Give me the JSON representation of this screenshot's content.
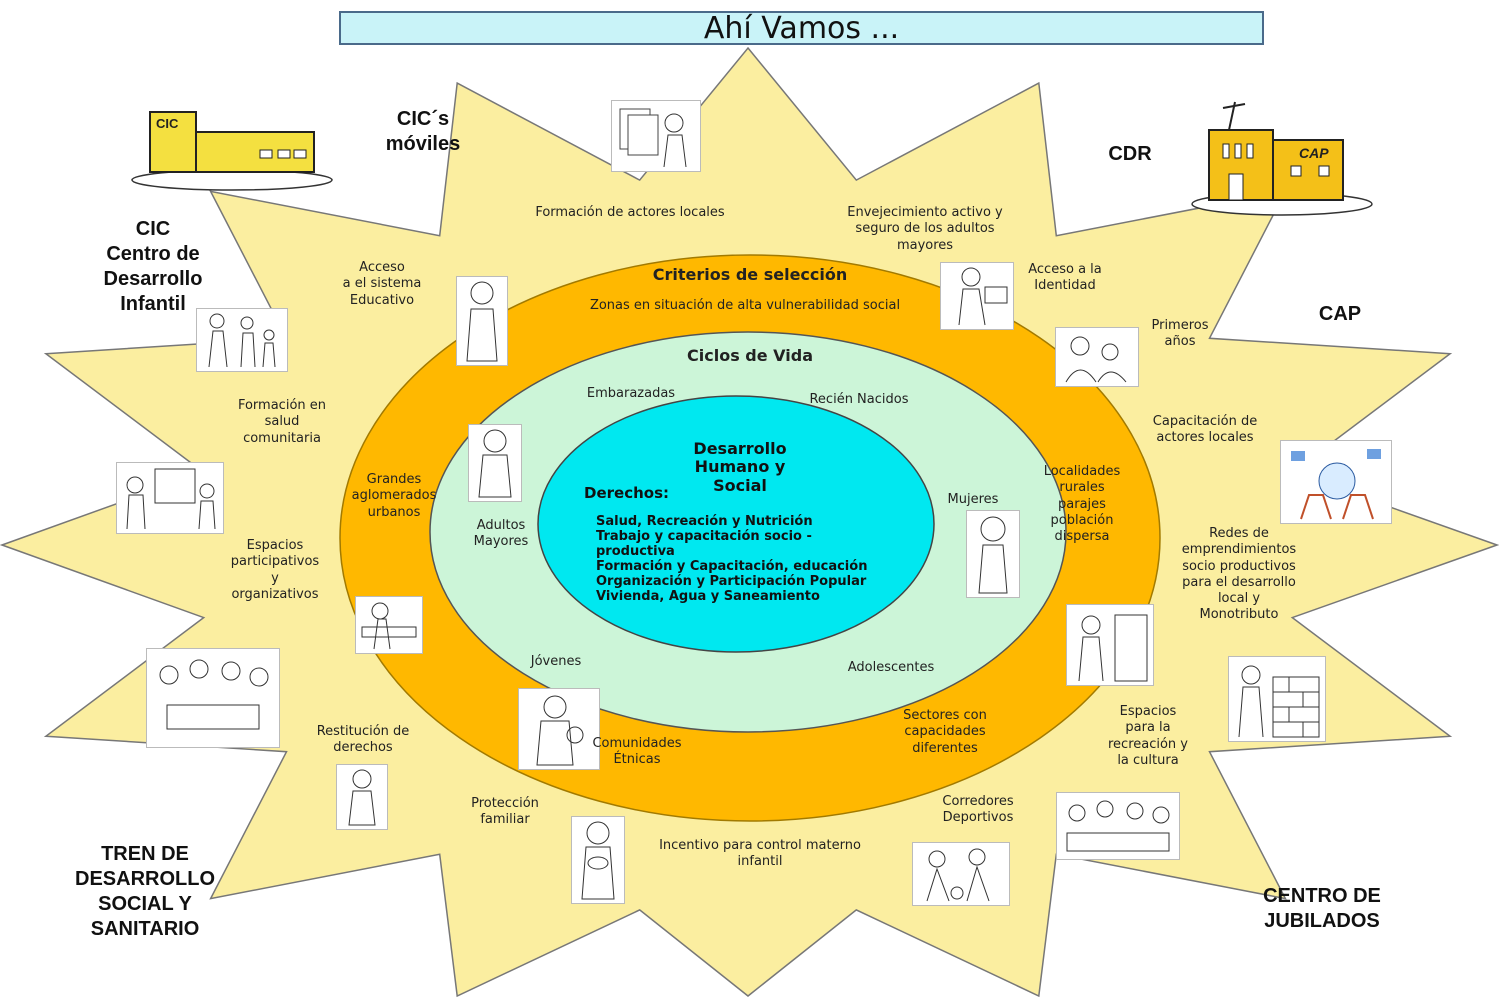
{
  "title": "Ahí Vamos ...",
  "colors": {
    "star": "#fbeea0",
    "outer_ring": "#ffb800",
    "middle_ring": "#ccf5d8",
    "core": "#00e8f0",
    "title_bg": "#c9f3f8"
  },
  "corners": {
    "cic_moviles": "CIC´s\nmóviles",
    "cdr": "CDR",
    "cic_centro": "CIC\nCentro de\nDesarrollo\nInfantil",
    "cap": "CAP",
    "tren": "TREN DE\nDESARROLLO\nSOCIAL Y\nSANITARIO",
    "jubilados": "CENTRO DE\nJUBILADOS"
  },
  "star_labels": {
    "formacion_actores": "Formación de actores locales",
    "envejecimiento": "Envejecimiento activo y\nseguro de los adultos\nmayores",
    "acceso_educativo": "Acceso\na el sistema\nEducativo",
    "acceso_identidad": "Acceso a la\nIdentidad",
    "primeros_anos": "Primeros\naños",
    "formacion_salud": "Formación en\nsalud\ncomunitaria",
    "capacitacion_actores": "Capacitación de\nactores locales",
    "espacios_participativos": "Espacios\nparticipativos\ny\norganizativos",
    "redes": "Redes de\nemprendimientos\nsocio productivos\npara el desarrollo\nlocal  y\nMonotributo",
    "restitucion": "Restitución de\nderechos",
    "espacios_recreacion": "Espacios\npara la\nrecreación  y\nla cultura",
    "proteccion": "Protección\nfamiliar",
    "corredores": "Corredores\nDeportivos",
    "incentivo": "Incentivo para control materno\ninfantil"
  },
  "outer_ring": {
    "title": "Criterios de selección",
    "zonas": "Zonas en situación de alta vulnerabilidad social",
    "aglomerados": "Grandes\naglomerados\nurbanos",
    "localidades": "Localidades\nrurales\nparajes\npoblación\ndispersa",
    "sectores": "Sectores con\ncapacidades\ndiferentes",
    "comunidades": "Comunidades\nÉtnicas"
  },
  "middle_ring": {
    "title": "Ciclos de Vida",
    "embarazadas": "Embarazadas",
    "recien_nacidos": "Recién Nacidos",
    "mujeres": "Mujeres",
    "adultos_mayores": "Adultos\nMayores",
    "jovenes": "Jóvenes",
    "adolescentes": "Adolescentes"
  },
  "core": {
    "title": "Desarrollo\nHumano y\nSocial",
    "derechos_label": "Derechos:",
    "items": [
      "Salud, Recreación y Nutrición",
      "Trabajo y capacitación socio -",
      "productiva",
      "Formación y Capacitación, educación",
      "Organización y Participación Popular",
      "Vivienda, Agua y Saneamiento"
    ]
  },
  "building_signs": {
    "cic": "CIC",
    "cap": "CAP"
  }
}
